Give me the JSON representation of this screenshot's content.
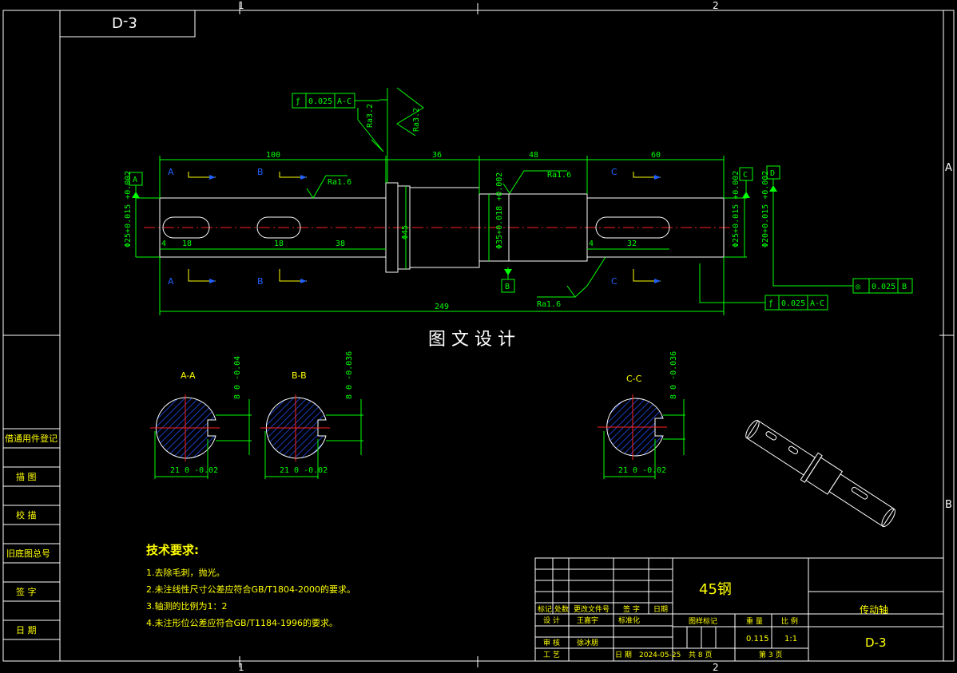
{
  "zone_top_1": "1",
  "zone_top_2": "2",
  "zone_bottom_1": "1",
  "zone_bottom_2": "2",
  "zone_right_a": "A",
  "zone_right_b": "B",
  "drawing_code_mirrored": "D-3",
  "center_title": "图 文 设 计",
  "dimensions": {
    "d100": "100",
    "d36": "36",
    "d48": "48",
    "d60": "60",
    "d249": "249",
    "d18a": "18",
    "d18b": "18",
    "d38": "38",
    "d32": "32",
    "d4a": "4",
    "d4b": "4",
    "dia25_left": "Φ25+0.015 +0.002",
    "dia45": "Φ45",
    "dia35": "Φ35+0.018 +0.002",
    "dia25_right": "Φ25+0.015 +0.002",
    "dia20": "Φ20+0.015 +0.002"
  },
  "roughness": {
    "ra16_left": "Ra1.6",
    "ra16_mid": "Ra1.6",
    "ra16_bottom": "Ra1.6",
    "ra32_a": "Ra3.2",
    "ra32_b": "Ra3.2"
  },
  "datums": {
    "a": "A",
    "b": "B",
    "c": "C",
    "d": "D"
  },
  "tolerance_frames": {
    "top": {
      "symbol": "ƒ",
      "value": "0.025",
      "ref": "A-C"
    },
    "right_concentric": {
      "symbol": "◎",
      "value": "0.025",
      "ref": "B"
    },
    "bottom_runout": {
      "symbol": "ƒ",
      "value": "0.025",
      "ref": "A-C"
    }
  },
  "section_marks": {
    "a1": "A",
    "a2": "A",
    "b1": "B",
    "b2": "B",
    "c1": "C",
    "c2": "C"
  },
  "sections": [
    {
      "label": "A-A",
      "key_width": "8 0 -0.04",
      "depth": "21 0 -0.02"
    },
    {
      "label": "B-B",
      "key_width": "8 0 -0.036",
      "depth": "21 0 -0.02"
    },
    {
      "label": "C-C",
      "key_width": "8 0 -0.036",
      "depth": "21 0 -0.02"
    }
  ],
  "tech_requirements": {
    "heading": "技术要求:",
    "items": [
      "1.去除毛刺，抛光。",
      "2.未注线性尺寸公差应符合GB/T1804-2000的要求。",
      "3.轴测的比例为1：2",
      "4.未注形位公差应符合GB/T1184-1996的要求。"
    ]
  },
  "side_panel": [
    "借通用件登记",
    "描 图",
    "校 描",
    "旧底图总号",
    "签 字",
    "日 期"
  ],
  "title_block": {
    "material": "45钢",
    "part_name": "传动轴",
    "drawing_no": "D-3",
    "header_labels": [
      "标记",
      "处数",
      "更改文件号",
      "签 字",
      "日期"
    ],
    "row_design": {
      "label": "设 计",
      "name": "王嘉宇",
      "std": "标准化"
    },
    "row_review": {
      "label": "审 核",
      "name": "徐冰朋"
    },
    "row_process": {
      "label": "工 艺",
      "date_label": "日 期",
      "date": "2024-05-25"
    },
    "stage_label": "图样标记",
    "weight_label": "重 量",
    "scale_label": "比 例",
    "weight": "0.115",
    "scale": "1:1",
    "sheets_total": "共 8 页",
    "sheet_no": "第 3 页"
  }
}
